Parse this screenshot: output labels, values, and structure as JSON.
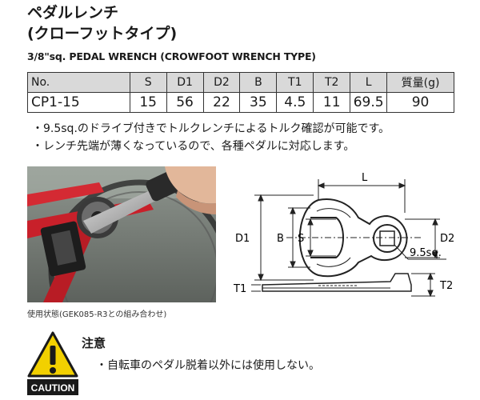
{
  "title_jp_line1": "ペダルレンチ",
  "title_jp_line2": "(クローフットタイプ)",
  "title_en": "3/8\"sq. PEDAL WRENCH (CROWFOOT WRENCH TYPE)",
  "spec_table": {
    "headers": [
      "No.",
      "S",
      "D1",
      "D2",
      "B",
      "T1",
      "T2",
      "L",
      "質量(g)"
    ],
    "rows": [
      [
        "CP1-15",
        "15",
        "56",
        "22",
        "35",
        "4.5",
        "11",
        "69.5",
        "90"
      ]
    ]
  },
  "notes": [
    "・9.5sq.のドライブ付きでトルクレンチによるトルク確認が可能です。",
    "・レンチ先端が薄くなっているので、各種ペダルに対応します。"
  ],
  "photo_caption": "使用状態(GEK085-R3との組み合わせ)",
  "diagram_labels": {
    "L": "L",
    "D1": "D1",
    "B": "B",
    "S": "S",
    "D2": "D2",
    "sq": "9.5sq.",
    "T1": "T1",
    "T2": "T2"
  },
  "caution": {
    "sign_text": "CAUTION",
    "title": "注意",
    "text": "・自転車のペダル脱着以外には使用しない。"
  },
  "colors": {
    "table_header_bg": "#d9d9d9",
    "caution_yellow": "#f2d000",
    "bike_red": "#c8202a"
  }
}
